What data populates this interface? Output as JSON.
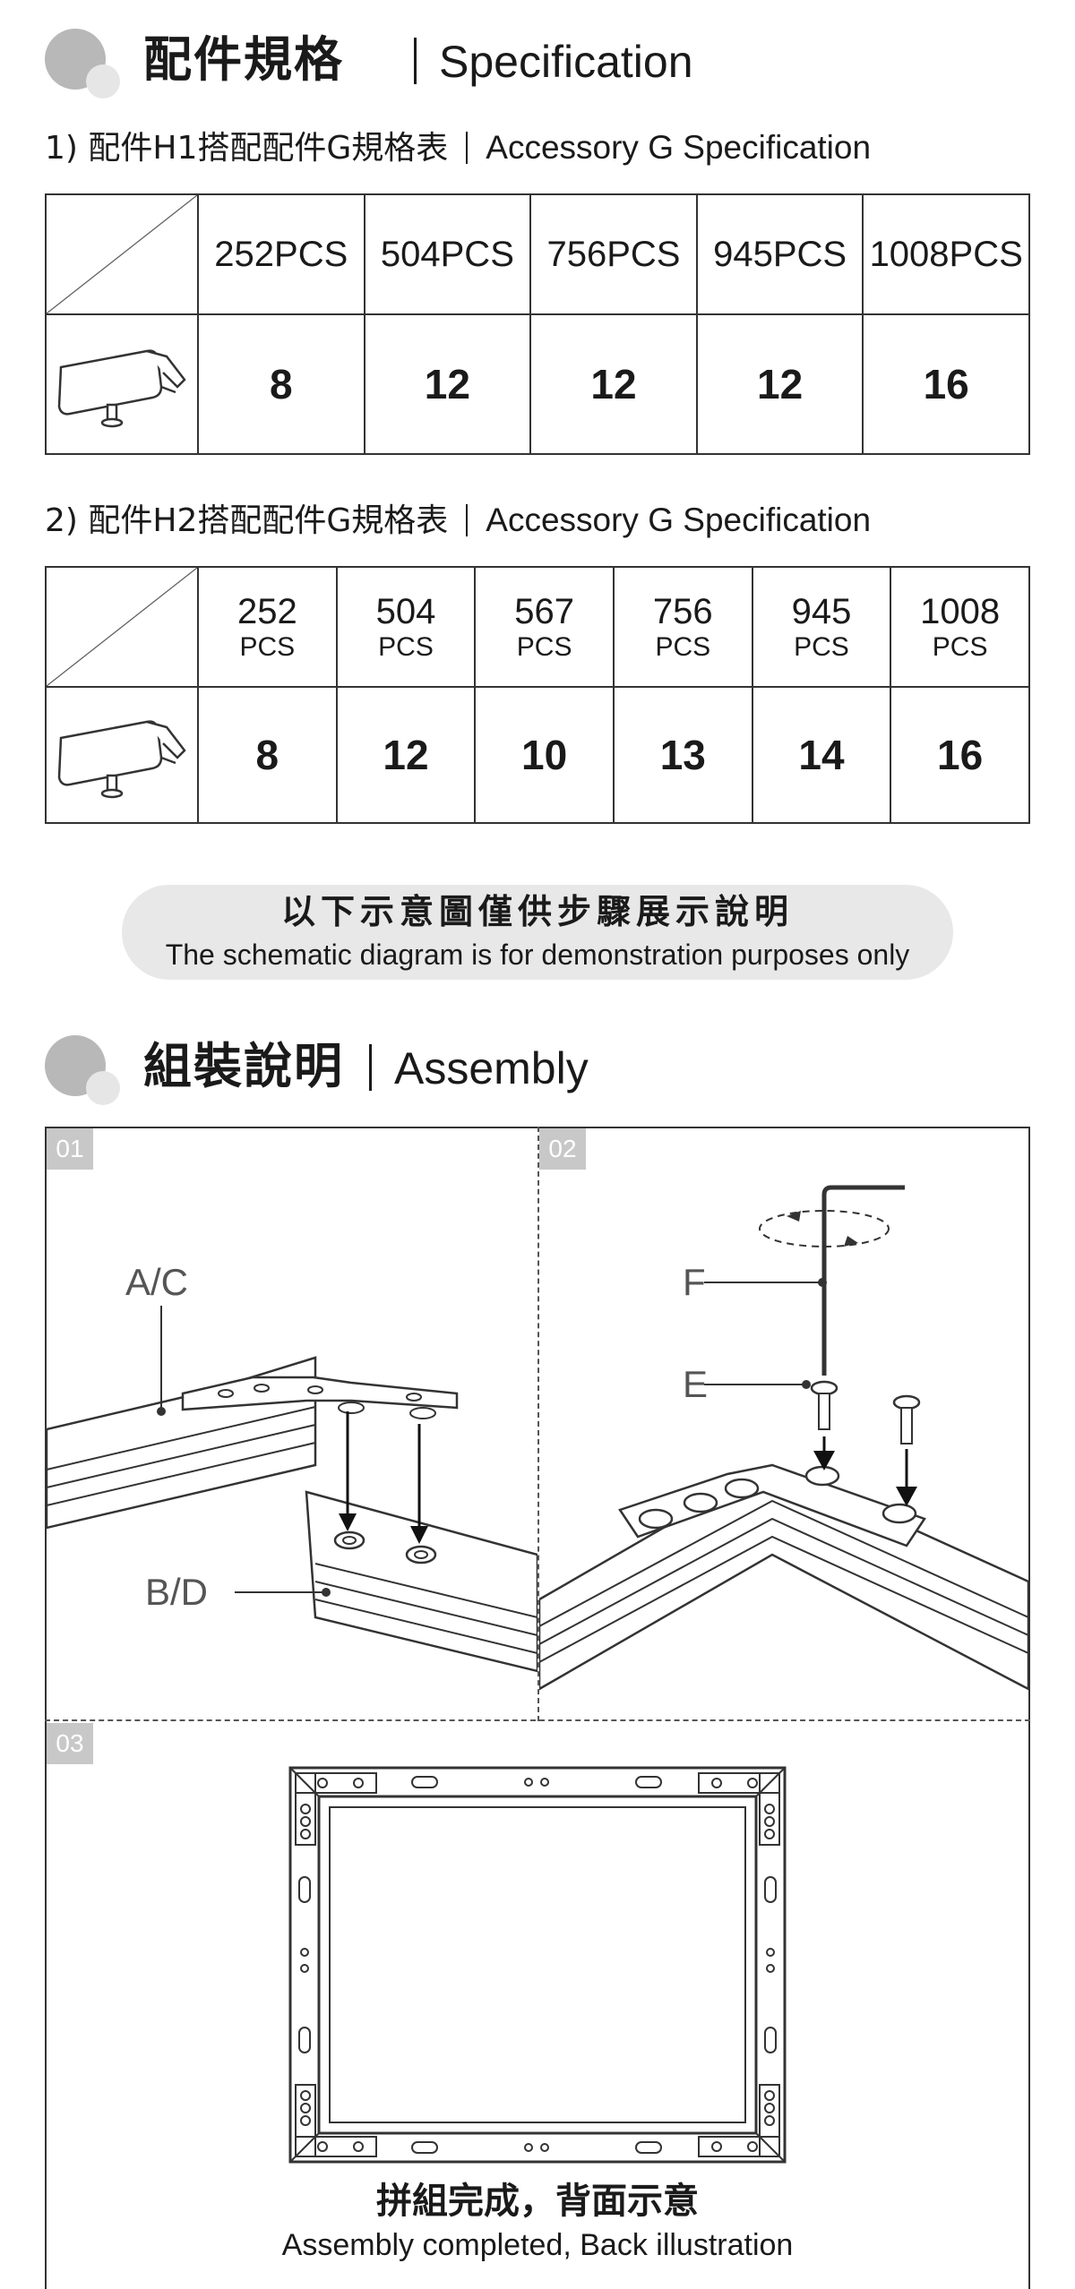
{
  "spec_section": {
    "title_zh": "配件規格",
    "title_en": "Specification",
    "tables": [
      {
        "title_zh": "1) 配件H1搭配配件G規格表",
        "title_en": "Accessory G Specification",
        "headers": [
          "252PCS",
          "504PCS",
          "756PCS",
          "945PCS",
          "1008PCS"
        ],
        "values": [
          "8",
          "12",
          "12",
          "12",
          "16"
        ]
      },
      {
        "title_zh": "2) 配件H2搭配配件G規格表",
        "title_en": "Accessory G Specification",
        "headers": [
          {
            "num": "252",
            "unit": "PCS"
          },
          {
            "num": "504",
            "unit": "PCS"
          },
          {
            "num": "567",
            "unit": "PCS"
          },
          {
            "num": "756",
            "unit": "PCS"
          },
          {
            "num": "945",
            "unit": "PCS"
          },
          {
            "num": "1008",
            "unit": "PCS"
          }
        ],
        "values": [
          "8",
          "12",
          "10",
          "13",
          "14",
          "16"
        ]
      }
    ]
  },
  "notice": {
    "zh": "以下示意圖僅供步驟展示說明",
    "en": "The schematic diagram is for demonstration purposes only"
  },
  "assembly_section": {
    "title_zh": "組裝說明",
    "title_en": "Assembly",
    "steps": [
      {
        "number": "01",
        "labels": [
          "A/C",
          "B/D"
        ]
      },
      {
        "number": "02",
        "labels": [
          "F",
          "E"
        ]
      },
      {
        "number": "03",
        "labels": []
      }
    ],
    "completed_zh": "拼組完成，背面示意",
    "completed_en": "Assembly completed, Back illustration"
  },
  "icons": [
    "bracket-icon",
    "screw-icon",
    "hex-key-icon",
    "frame-back-icon"
  ]
}
